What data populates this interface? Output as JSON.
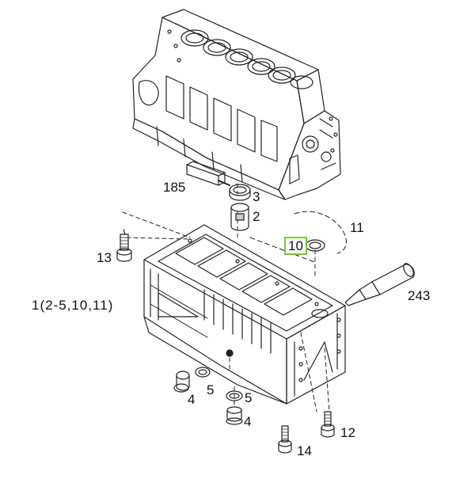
{
  "diagram": {
    "callouts": [
      {
        "id": "185",
        "text": "185"
      },
      {
        "id": "3",
        "text": "3"
      },
      {
        "id": "2",
        "text": "2"
      },
      {
        "id": "11",
        "text": "11"
      },
      {
        "id": "10",
        "text": "10",
        "highlighted": true
      },
      {
        "id": "13",
        "text": "13"
      },
      {
        "id": "1",
        "text": "1(2-5,10,11)"
      },
      {
        "id": "243",
        "text": "243"
      },
      {
        "id": "4a",
        "text": "4"
      },
      {
        "id": "5a",
        "text": "5"
      },
      {
        "id": "5b",
        "text": "5"
      },
      {
        "id": "4b",
        "text": "4"
      },
      {
        "id": "12",
        "text": "12"
      },
      {
        "id": "14",
        "text": "14"
      }
    ],
    "highlight_color": "#7ec242"
  }
}
